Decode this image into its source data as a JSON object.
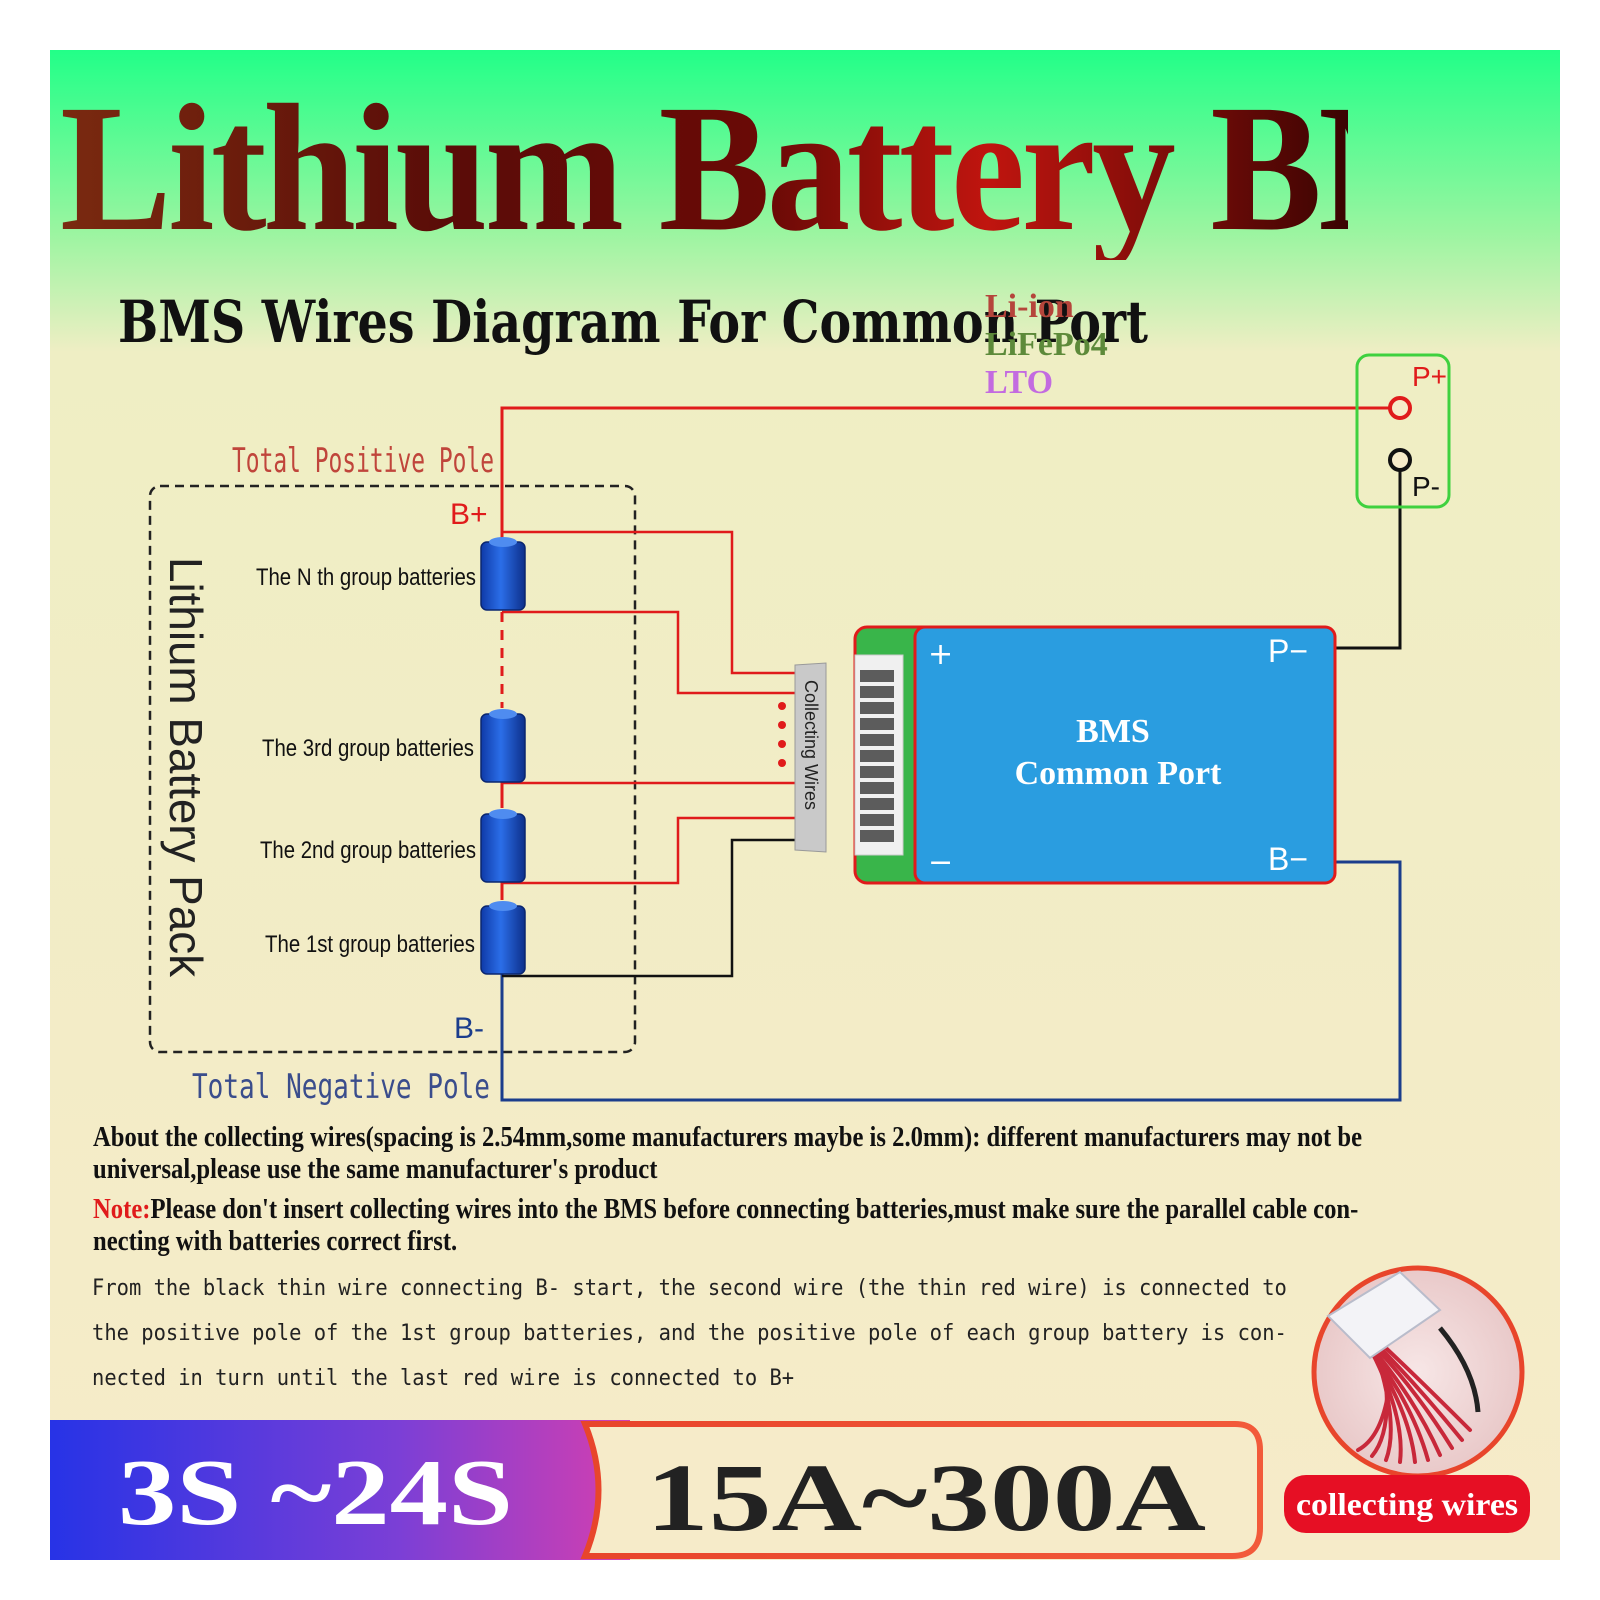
{
  "header": {
    "title": "Lithium Battery BMS",
    "subtitle": "BMS Wires Diagram For Common Port",
    "chemistries": [
      {
        "label": "Li-ion",
        "color": "#b5453b"
      },
      {
        "label": "LiFePo4",
        "color": "#5d8a3a"
      },
      {
        "label": "LTO",
        "color": "#c36be0"
      }
    ]
  },
  "diagram": {
    "total_positive_pole": "Total Positive Pole",
    "total_negative_pole": "Total Negative Pole",
    "b_plus": "B+",
    "b_minus": "B-",
    "pack_label": "Lithium Battery Pack",
    "groups": [
      "The N th group batteries",
      "The 3rd group batteries",
      "The 2nd group batteries",
      "The 1st group batteries"
    ],
    "collecting_wires_label": "Collecting Wires",
    "bms": {
      "line1": "BMS",
      "line2": "Common Port",
      "plus": "+",
      "minus": "−",
      "p_minus": "P−",
      "b_minus": "B−"
    },
    "port": {
      "p_plus": "P+",
      "p_minus": "P-"
    }
  },
  "notes": {
    "about_line1": "About the collecting wires(spacing is 2.54mm,some manufacturers maybe is 2.0mm): different manufacturers may not be",
    "about_line2": "universal,please use the same manufacturer's product",
    "note_label": "Note:",
    "note_line1": "Please don't insert collecting wires into the BMS before connecting batteries,must make sure the parallel cable con-",
    "note_line2": "necting with batteries correct first.",
    "detail_line1": "From the black thin wire connecting B- start, the second wire (the thin red wire) is connected to",
    "detail_line2": "the positive pole of the 1st group batteries, and the positive pole of each group battery is con-",
    "detail_line3": "nected in turn until the last red wire is connected to B+"
  },
  "footer": {
    "cells_range": "3S ~24S",
    "current_range": "15A~300A",
    "photo_caption": "collecting wires"
  },
  "colors": {
    "wire_red": "#e01b1b",
    "wire_black": "#111111",
    "wire_blue": "#1b3d8c",
    "bms_blue": "#2a9de0",
    "connector_green": "#39b54a",
    "port_green": "#3fd13f",
    "cream": "#f6ebc9"
  }
}
